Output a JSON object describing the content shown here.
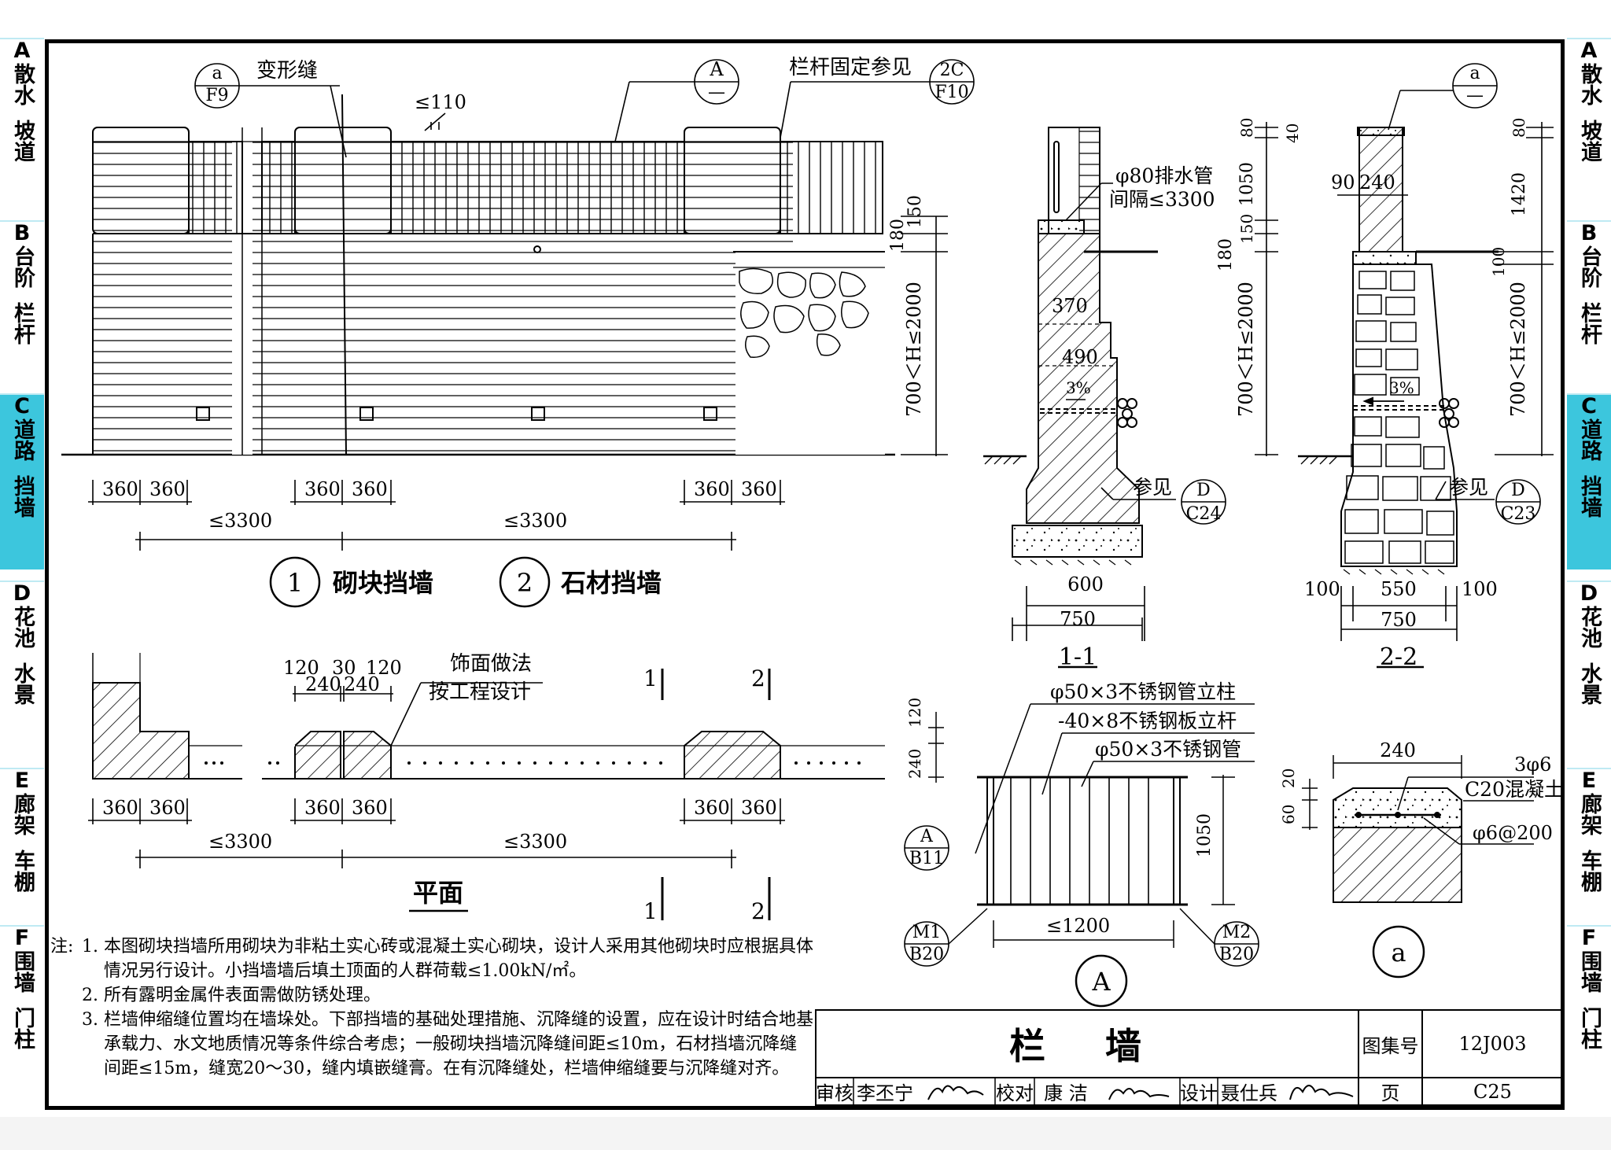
{
  "sidebar": [
    {
      "letter": "A",
      "a": "散水",
      "b": "坡道",
      "active": false
    },
    {
      "letter": "B",
      "a": "台阶",
      "b": "栏杆",
      "active": false
    },
    {
      "letter": "C",
      "a": "道路",
      "b": "挡墙",
      "active": true
    },
    {
      "letter": "D",
      "a": "花池",
      "b": "水景",
      "active": false
    },
    {
      "letter": "E",
      "a": "廊架",
      "b": "车棚",
      "active": false
    },
    {
      "letter": "F",
      "a": "围墙",
      "b": "门柱",
      "active": false
    }
  ],
  "elevation": {
    "deform_joint": "变形缝",
    "rail_fix_ref": "栏杆固定参见",
    "spacing": "≤110",
    "dims_a": [
      "360",
      "360",
      "360",
      "360",
      "360",
      "360"
    ],
    "span": "≤3300",
    "label_1": "砌块挡墙",
    "label_2": "石材挡墙",
    "num_1": "1",
    "num_2": "2",
    "height_dims": [
      "150",
      "180",
      "700＜H≤2000"
    ]
  },
  "callouts": {
    "a_f9": {
      "top": "a",
      "bottom": "F9"
    },
    "a_dash": {
      "top": "A",
      "bottom": "—"
    },
    "c2_f10": {
      "top": "2C",
      "bottom": "F10"
    },
    "d_c24": {
      "top": "D",
      "bottom": "C24"
    },
    "d_c23": {
      "top": "D",
      "bottom": "C23"
    },
    "a_b11": {
      "top": "A",
      "bottom": "B11"
    },
    "m1_b20": {
      "top": "M1",
      "bottom": "B20"
    },
    "m2_b20": {
      "top": "M2",
      "bottom": "B20"
    },
    "a2_dash": {
      "top": "a",
      "bottom": "—"
    }
  },
  "plan": {
    "dims_top": [
      "120",
      "30",
      "120"
    ],
    "dims_top2": [
      "240",
      "240"
    ],
    "facing_1": "饰面做法",
    "facing_2": "按工程设计",
    "title": "平面",
    "cut_1": "1",
    "cut_2": "2"
  },
  "section_11": {
    "title": "1-1",
    "pipe": "φ80排水管",
    "pipe_spacing": "间隔≤3300",
    "w370": "370",
    "w490": "490",
    "slope": "3%",
    "ref": "参见",
    "w600": "600",
    "w750": "750",
    "h_dims": [
      "80",
      "40",
      "1050",
      "150",
      "180",
      "700＜H≤2000"
    ]
  },
  "section_22": {
    "title": "2-2",
    "w90": "90",
    "w240": "240",
    "slope": "3%",
    "ref": "参见",
    "w100a": "100",
    "w550": "550",
    "w100b": "100",
    "w750": "750",
    "h_dims": [
      "80",
      "1420",
      "100",
      "700＜H≤2000"
    ]
  },
  "detail_A": {
    "title": "A",
    "post": "φ50×3不锈钢管立柱",
    "bar": "-40×8不锈钢板立杆",
    "rail": "φ50×3不锈钢管",
    "dims": [
      "120",
      "240",
      "1050",
      "≤1200"
    ]
  },
  "detail_a": {
    "title": "a",
    "w240": "240",
    "bars": "3φ6",
    "concrete": "C20混凝土",
    "stirrup": "φ6@200",
    "dims": [
      "20",
      "60"
    ]
  },
  "notes": {
    "lead": "注:",
    "items": [
      [
        "1.",
        "本图砌块挡墙所用砌块为非粘土实心砖或混凝土实心砌块，设计人采用其他砌块时应根据具体情况另行设计。小挡墙墙后填土顶面的人群荷载≤1.00kN/㎡。"
      ],
      [
        "2.",
        "所有露明金属件表面需做防锈处理。"
      ],
      [
        "3.",
        "栏墙伸缩缝位置均在墙垛处。下部挡墙的基础处理措施、沉降缝的设置，应在设计时结合地基承载力、水文地质情况等条件综合考虑；一般砌块挡墙沉降缝间距≤10m，石材挡墙沉降缝间距≤15m，缝宽20～30，缝内填嵌缝膏。在有沉降缝处，栏墙伸缩缝要与沉降缝对齐。"
      ]
    ]
  },
  "title_block": {
    "title": "栏  墙",
    "atlas_label": "图集号",
    "atlas_no": "12J003",
    "review_label": "审核",
    "reviewer": "李丕宁",
    "check_label": "校对",
    "checker": "康 洁",
    "design_label": "设计",
    "designer": "聂仕兵",
    "page_label": "页",
    "page_no": "C25"
  }
}
